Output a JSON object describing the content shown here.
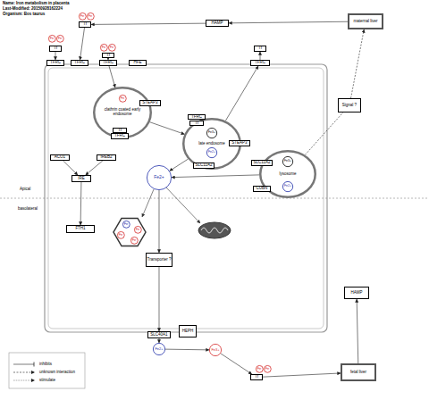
{
  "diagram": {
    "nodes": [
      {
        "text": [
          "maternal liver"
        ]
      },
      {
        "text": [
          "HAMP"
        ]
      },
      {
        "text": [
          "Fe"
        ]
      },
      {
        "text": [
          "Fe"
        ]
      },
      {
        "text": [
          "Tf"
        ]
      },
      {
        "text": [
          "Fe"
        ]
      },
      {
        "text": [
          "Fe"
        ]
      },
      {
        "text": [
          "Tf"
        ]
      },
      {
        "text": [
          "TFRC"
        ]
      },
      {
        "text": [
          "TFRC"
        ]
      },
      {
        "text": [
          "Fe"
        ]
      },
      {
        "text": [
          "Fe"
        ]
      },
      {
        "text": [
          "Tf"
        ]
      },
      {
        "text": [
          "TFRC"
        ]
      },
      {
        "text": [
          "HFE"
        ]
      },
      {
        "text": [
          "Tf"
        ]
      },
      {
        "text": [
          "TFRC"
        ]
      },
      {
        "text": [
          "Signal ?"
        ]
      },
      {
        "text": [
          "clathrin coated early endosome"
        ]
      },
      {
        "text": [
          "Fe"
        ],
        "in": 18
      },
      {
        "text": [
          "STEAP3"
        ],
        "in": 18
      },
      {
        "text": [
          "Tf"
        ],
        "in": 18
      },
      {
        "text": [
          "TFRC"
        ],
        "in": 18
      },
      {
        "text": [
          "late endosome"
        ]
      },
      {
        "text": [
          "TFRC"
        ],
        "in": 23
      },
      {
        "text": [
          "Tf"
        ],
        "in": 23
      },
      {
        "text": [
          "Fe3+"
        ],
        "in": 23
      },
      {
        "text": [
          "Fe2+"
        ],
        "in": 23
      },
      {
        "text": [
          "STEAP3"
        ],
        "in": 23
      },
      {
        "text": [
          "SLC11A2"
        ],
        "in": 23
      },
      {
        "text": [
          "lysosome"
        ]
      },
      {
        "text": [
          "Fe3+"
        ],
        "in": 30
      },
      {
        "text": [
          "Fe2+"
        ],
        "in": 30
      },
      {
        "text": [
          "SLC11A2"
        ],
        "in": 30
      },
      {
        "text": [
          "CUBN"
        ],
        "in": 30
      },
      {
        "text": [
          "ACO1"
        ]
      },
      {
        "text": [
          "IREB2"
        ]
      },
      {
        "text": [
          "IRE"
        ]
      },
      {
        "text": [
          "Fe2+"
        ]
      },
      {
        "text": [
          "FTH1"
        ]
      },
      {
        "text": [
          "Fe"
        ]
      },
      {
        "text": [
          "Fe"
        ]
      },
      {
        "text": [
          "Fe"
        ]
      },
      {
        "text": [
          "Fe"
        ]
      },
      {
        "text": [
          "Transporter ?"
        ]
      },
      {
        "text": [
          "HAMP"
        ]
      },
      {
        "text": [
          "SLC40A1"
        ]
      },
      {
        "text": [
          "Fe2+"
        ]
      },
      {
        "text": [
          "HEPH"
        ]
      },
      {
        "text": [
          "Fe3+"
        ]
      },
      {
        "text": [
          "Fe"
        ]
      },
      {
        "text": [
          "Fe"
        ]
      },
      {
        "text": [
          "Tf"
        ]
      },
      {
        "text": [
          "fetal liver"
        ]
      }
    ],
    "edges": [
      {
        "from": 0,
        "to": 1,
        "arrow": "to"
      },
      {
        "from": 1,
        "to": 4,
        "arrow": "to"
      },
      {
        "from": 4,
        "to": 9,
        "arrow": "to"
      },
      {
        "from": 7,
        "to": 8,
        "arrow": "to"
      },
      {
        "from": 12,
        "to": 13,
        "arrow": "to"
      },
      {
        "from": 13,
        "to": 18,
        "arrow": "to"
      },
      {
        "from": 18,
        "to": 23,
        "arrow": "to"
      },
      {
        "from": 23,
        "to": 16,
        "arrow": "to"
      },
      {
        "from": 16,
        "to": 15,
        "arrow": "to"
      },
      {
        "from": 17,
        "to": 0,
        "arrow": "to"
      },
      {
        "from": 30,
        "to": 17,
        "arrow": "none"
      },
      {
        "from": 23,
        "to": 38,
        "arrow": "to"
      },
      {
        "from": 30,
        "to": 38,
        "arrow": "to"
      },
      {
        "from": 35,
        "to": 37,
        "arrow": "to"
      },
      {
        "from": 36,
        "to": 37,
        "arrow": "to"
      },
      {
        "from": 37,
        "to": 39,
        "arrow": "to"
      },
      {
        "from": 38,
        "to": 44,
        "arrow": "to"
      },
      {
        "from": 44,
        "to": 46,
        "arrow": "to"
      },
      {
        "from": 46,
        "to": 47,
        "arrow": "to"
      },
      {
        "from": 47,
        "to": 49,
        "arrow": "to"
      },
      {
        "from": 49,
        "to": 52,
        "arrow": "to"
      },
      {
        "from": 52,
        "to": 53,
        "arrow": "to"
      },
      {
        "from": 53,
        "to": 45,
        "arrow": "to"
      }
    ],
    "labels": [
      "Name: Iron metabolism in placenta",
      "Last-Modified: 20150928162224",
      "Organism: Bos taurus",
      "Apical",
      "basolateral"
    ],
    "legend": [
      {
        "text": "inhibits"
      },
      {
        "text": "unknown interaction"
      },
      {
        "text": "stimulate"
      }
    ]
  }
}
